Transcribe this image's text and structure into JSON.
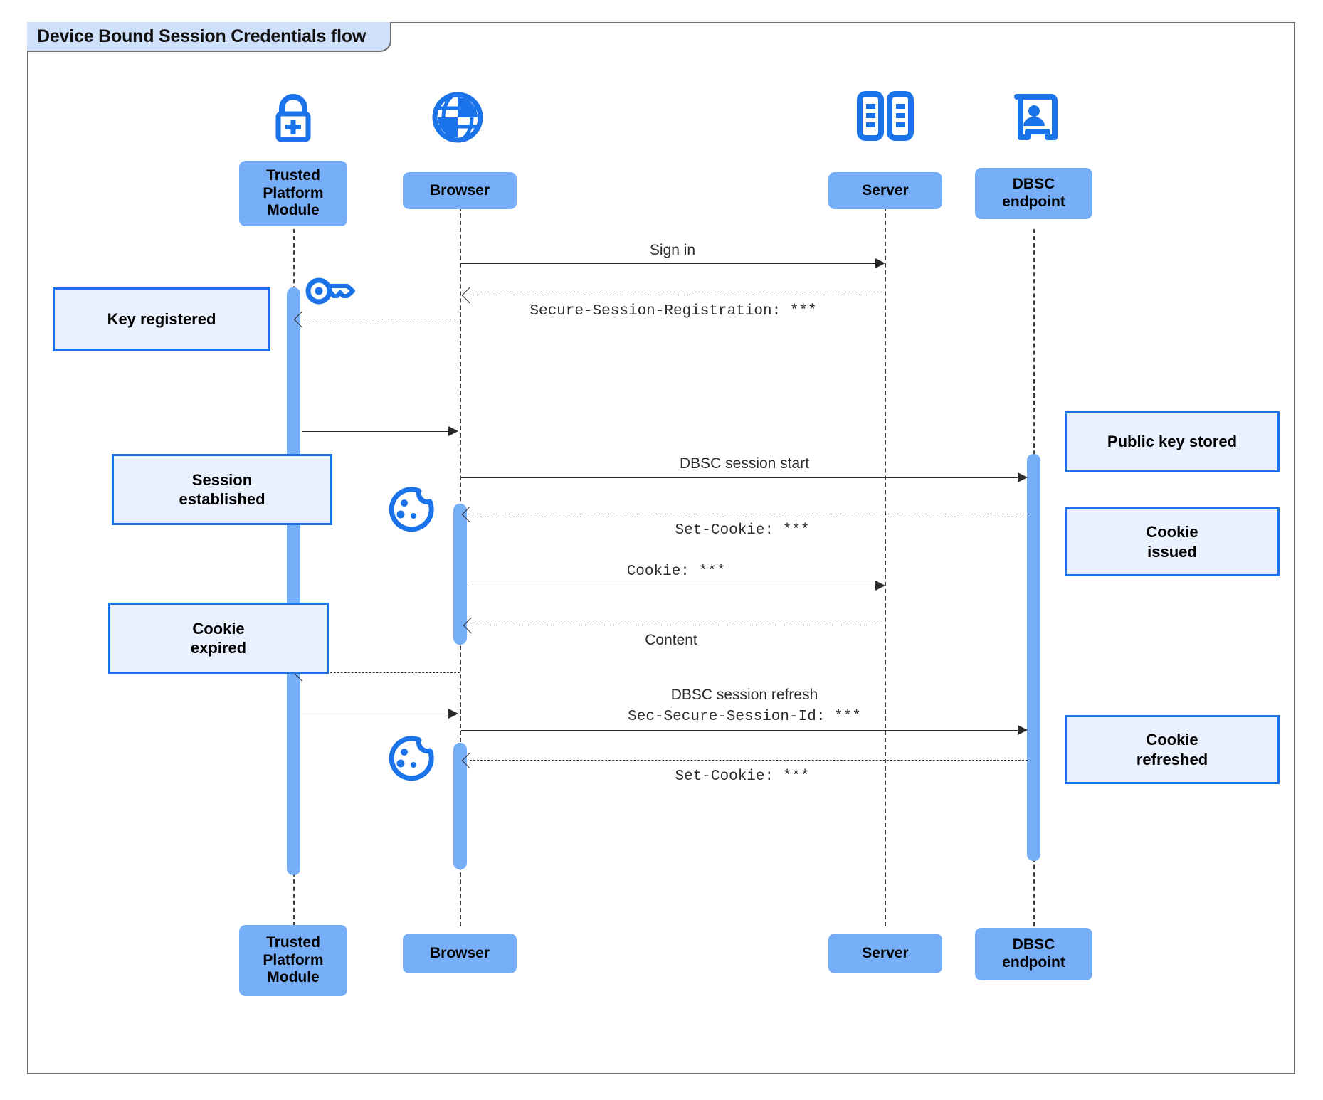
{
  "diagram": {
    "title": "Device Bound Session Credentials flow",
    "type": "sequence-diagram",
    "colors": {
      "participant_fill": "#76aef7",
      "note_fill": "#eaf1fe",
      "note_border": "#1a73e8",
      "icon_blue": "#1a73e8",
      "activation_fill": "#76aef7",
      "title_tab_fill": "#cfe0fa",
      "frame_border": "#6e6e6e",
      "line": "#2b2b2b"
    }
  },
  "participants": [
    {
      "id": "tpm",
      "label": "Trusted\nPlatform\nModule",
      "label_top": "Trusted Platform Module",
      "icon": "lock-plus-icon"
    },
    {
      "id": "browser",
      "label": "Browser",
      "icon": "globe-icon"
    },
    {
      "id": "server",
      "label": "Server",
      "icon": "server-rack-icon"
    },
    {
      "id": "dbsc",
      "label": "DBSC\nendpoint",
      "icon": "id-badge-icon"
    }
  ],
  "participants_bottom": [
    {
      "id": "tpm",
      "label": "Trusted\nPlatform\nModule"
    },
    {
      "id": "browser",
      "label": "Browser"
    },
    {
      "id": "server",
      "label": "Server"
    },
    {
      "id": "dbsc",
      "label": "DBSC\nendpoint"
    }
  ],
  "messages": [
    {
      "id": "m1",
      "text": "Sign in",
      "from": "browser",
      "to": "server",
      "style": "solid",
      "mono": false
    },
    {
      "id": "m2",
      "text": "Secure-Session-Registration: ***",
      "from": "server",
      "to": "browser",
      "style": "dashed",
      "mono": true
    },
    {
      "id": "m3",
      "text": "",
      "from": "browser",
      "to": "tpm",
      "style": "dashed",
      "mono": false
    },
    {
      "id": "m4",
      "text": "",
      "from": "tpm",
      "to": "browser",
      "style": "solid",
      "mono": false
    },
    {
      "id": "m5",
      "text": "DBSC session start",
      "from": "browser",
      "to": "dbsc",
      "style": "solid",
      "mono": false
    },
    {
      "id": "m6",
      "text": "Set-Cookie: ***",
      "from": "dbsc",
      "to": "browser",
      "style": "dashed",
      "mono": true
    },
    {
      "id": "m7",
      "text": "Cookie: ***",
      "from": "browser",
      "to": "server",
      "style": "solid",
      "mono": true
    },
    {
      "id": "m8",
      "text": "Content",
      "from": "server",
      "to": "browser",
      "style": "dashed",
      "mono": false
    },
    {
      "id": "m9",
      "text": "",
      "from": "browser",
      "to": "tpm",
      "style": "dashed",
      "mono": false
    },
    {
      "id": "m10",
      "text": "",
      "from": "tpm",
      "to": "browser",
      "style": "solid",
      "mono": false
    },
    {
      "id": "m11a",
      "text": "DBSC session refresh",
      "from": "browser",
      "to": "dbsc",
      "style": "solid",
      "mono": false
    },
    {
      "id": "m11b",
      "text": "Sec-Secure-Session-Id: ***",
      "from": "browser",
      "to": "dbsc",
      "style": "solid",
      "mono": true
    },
    {
      "id": "m12",
      "text": "Set-Cookie: ***",
      "from": "dbsc",
      "to": "browser",
      "style": "dashed",
      "mono": true
    }
  ],
  "notes": [
    {
      "id": "n1",
      "text": "Key registered",
      "side": "left",
      "of": "tpm"
    },
    {
      "id": "n2",
      "text": "Session\nestablished",
      "side": "left",
      "of": "tpm"
    },
    {
      "id": "n3",
      "text": "Cookie\nexpired",
      "side": "left",
      "of": "tpm"
    },
    {
      "id": "n4",
      "text": "Public key stored",
      "side": "right",
      "of": "dbsc"
    },
    {
      "id": "n5",
      "text": "Cookie\nissued",
      "side": "right",
      "of": "dbsc"
    },
    {
      "id": "n6",
      "text": "Cookie\nrefreshed",
      "side": "right",
      "of": "dbsc"
    }
  ],
  "inline_icons": [
    {
      "id": "key1",
      "name": "key-icon",
      "near": "tpm"
    },
    {
      "id": "cookie1",
      "name": "cookie-icon",
      "near": "browser"
    },
    {
      "id": "cookie2",
      "name": "cookie-icon",
      "near": "browser"
    }
  ]
}
